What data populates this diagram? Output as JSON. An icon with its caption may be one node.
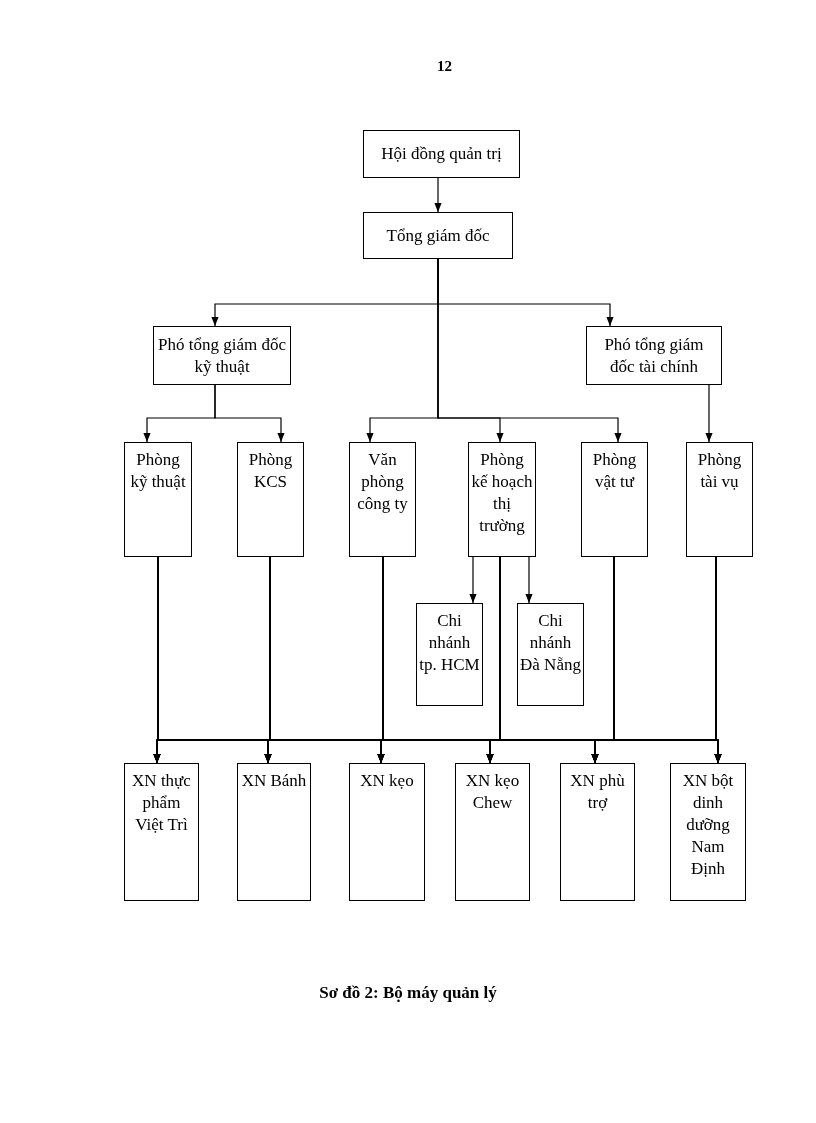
{
  "diagram": {
    "caption": "Sơ đồ 2: Bộ máy quản lý",
    "nodes": [
      {
        "text": [
          "Hội  đồng quản trị"
        ]
      },
      {
        "text": [
          "Tổng giám  đốc"
        ]
      },
      {
        "text": [
          "Phó tổng giám đốc kỹ thuật"
        ]
      },
      {
        "text": [
          "Phó tổng giám đốc tài chính"
        ]
      },
      {
        "text": [
          "Phòng kỹ thuật"
        ]
      },
      {
        "text": [
          "Phòng KCS"
        ]
      },
      {
        "text": [
          "Văn phòng công ty"
        ]
      },
      {
        "text": [
          "Phòng kế hoạch thị trường"
        ]
      },
      {
        "text": [
          "Phòng vật tư"
        ]
      },
      {
        "text": [
          "Phòng tài vụ"
        ]
      },
      {
        "text": [
          "Chi nhánh tp. HCM"
        ]
      },
      {
        "text": [
          "Chi nhánh Đà Nẵng"
        ]
      },
      {
        "text": [
          "XN thực phẩm Việt Trì"
        ]
      },
      {
        "text": [
          "XN Bánh"
        ]
      },
      {
        "text": [
          "XN kẹo"
        ]
      },
      {
        "text": [
          "XN kẹo Chew"
        ]
      },
      {
        "text": [
          "XN phù trợ"
        ]
      },
      {
        "text": [
          "XN  bột dinh dưỡng Nam Định"
        ]
      }
    ],
    "edges": [
      {
        "from": 0,
        "to": 1,
        "arrow": "to"
      },
      {
        "from": 1,
        "to": 2,
        "arrow": "to"
      },
      {
        "from": 1,
        "to": 3,
        "arrow": "to"
      },
      {
        "from": 1,
        "to": 6,
        "arrow": "to"
      },
      {
        "from": 1,
        "to": 7,
        "arrow": "to"
      },
      {
        "from": 1,
        "to": 8,
        "arrow": "to"
      },
      {
        "from": 2,
        "to": 4,
        "arrow": "to"
      },
      {
        "from": 2,
        "to": 5,
        "arrow": "to"
      },
      {
        "from": 3,
        "to": 9,
        "arrow": "to"
      },
      {
        "from": 7,
        "to": 10,
        "arrow": "to"
      },
      {
        "from": 7,
        "to": 11,
        "arrow": "to"
      },
      {
        "from": 4,
        "to": 12,
        "arrow": "to"
      },
      {
        "from": 4,
        "to": 13,
        "arrow": "to"
      },
      {
        "from": 4,
        "to": 14,
        "arrow": "to"
      },
      {
        "from": 4,
        "to": 15,
        "arrow": "to"
      },
      {
        "from": 4,
        "to": 16,
        "arrow": "to"
      },
      {
        "from": 4,
        "to": 17,
        "arrow": "to"
      },
      {
        "from": 5,
        "to": 12,
        "arrow": "to"
      },
      {
        "from": 5,
        "to": 13,
        "arrow": "to"
      },
      {
        "from": 5,
        "to": 14,
        "arrow": "to"
      },
      {
        "from": 5,
        "to": 15,
        "arrow": "to"
      },
      {
        "from": 5,
        "to": 16,
        "arrow": "to"
      },
      {
        "from": 5,
        "to": 17,
        "arrow": "to"
      },
      {
        "from": 6,
        "to": 12,
        "arrow": "to"
      },
      {
        "from": 6,
        "to": 13,
        "arrow": "to"
      },
      {
        "from": 6,
        "to": 14,
        "arrow": "to"
      },
      {
        "from": 6,
        "to": 15,
        "arrow": "to"
      },
      {
        "from": 6,
        "to": 16,
        "arrow": "to"
      },
      {
        "from": 6,
        "to": 17,
        "arrow": "to"
      },
      {
        "from": 7,
        "to": 12,
        "arrow": "to"
      },
      {
        "from": 7,
        "to": 13,
        "arrow": "to"
      },
      {
        "from": 7,
        "to": 14,
        "arrow": "to"
      },
      {
        "from": 7,
        "to": 15,
        "arrow": "to"
      },
      {
        "from": 7,
        "to": 16,
        "arrow": "to"
      },
      {
        "from": 7,
        "to": 17,
        "arrow": "to"
      },
      {
        "from": 8,
        "to": 12,
        "arrow": "to"
      },
      {
        "from": 8,
        "to": 13,
        "arrow": "to"
      },
      {
        "from": 8,
        "to": 14,
        "arrow": "to"
      },
      {
        "from": 8,
        "to": 15,
        "arrow": "to"
      },
      {
        "from": 8,
        "to": 16,
        "arrow": "to"
      },
      {
        "from": 8,
        "to": 17,
        "arrow": "to"
      },
      {
        "from": 9,
        "to": 12,
        "arrow": "to"
      },
      {
        "from": 9,
        "to": 13,
        "arrow": "to"
      },
      {
        "from": 9,
        "to": 14,
        "arrow": "to"
      },
      {
        "from": 9,
        "to": 15,
        "arrow": "to"
      },
      {
        "from": 9,
        "to": 16,
        "arrow": "to"
      },
      {
        "from": 9,
        "to": 17,
        "arrow": "to"
      }
    ],
    "labels": [
      "12"
    ]
  }
}
